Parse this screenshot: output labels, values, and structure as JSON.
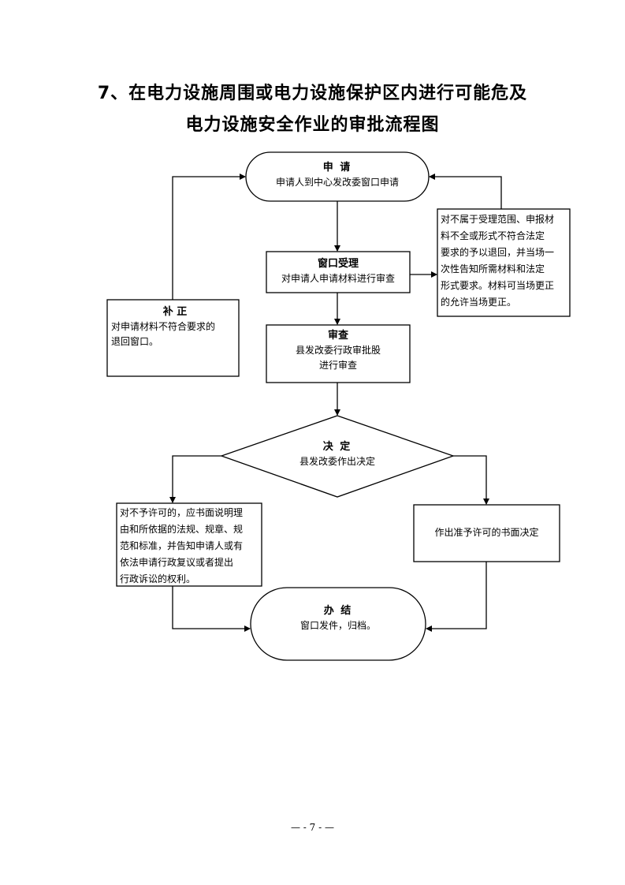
{
  "title": {
    "line1": "7、在电力设施周围或电力设施保护区内进行可能危及",
    "line2": "电力设施安全作业的审批流程图"
  },
  "nodes": {
    "apply": {
      "head": "申  请",
      "body": "申请人到中心发改委窗口申请"
    },
    "accept": {
      "head": "窗口受理",
      "body": "对申请人申请材料进行审查"
    },
    "review": {
      "head": "审查",
      "body1": "县发改委行政审批股",
      "body2": "进行审查"
    },
    "decide": {
      "head": "决  定",
      "body": "县发改委作出决定"
    },
    "done": {
      "head": "办  结",
      "body": "窗口发件，归档。"
    },
    "correct": {
      "head": "补    正",
      "body1": "对申请材料不符合要求的",
      "body2": "退回窗口。"
    },
    "reject_info": {
      "lines": [
        "对不属于受理范围、申报材",
        "料不全或形式不符合法定",
        "要求的予以退回，并当场一",
        "次性告知所需材料和法定",
        "形式要求。材料可当场更正",
        "的允许当场更正。"
      ]
    },
    "deny": {
      "lines": [
        "对不予许可的，应书面说明理",
        "由和所依据的法规、规章、规",
        "范和标准，并告知申请人或有",
        "依法申请行政复议或者提出",
        "行政诉讼的权利。"
      ]
    },
    "approve": {
      "body": "作出准予许可的书面决定"
    }
  },
  "footer": {
    "page": "— - 7 - —"
  }
}
